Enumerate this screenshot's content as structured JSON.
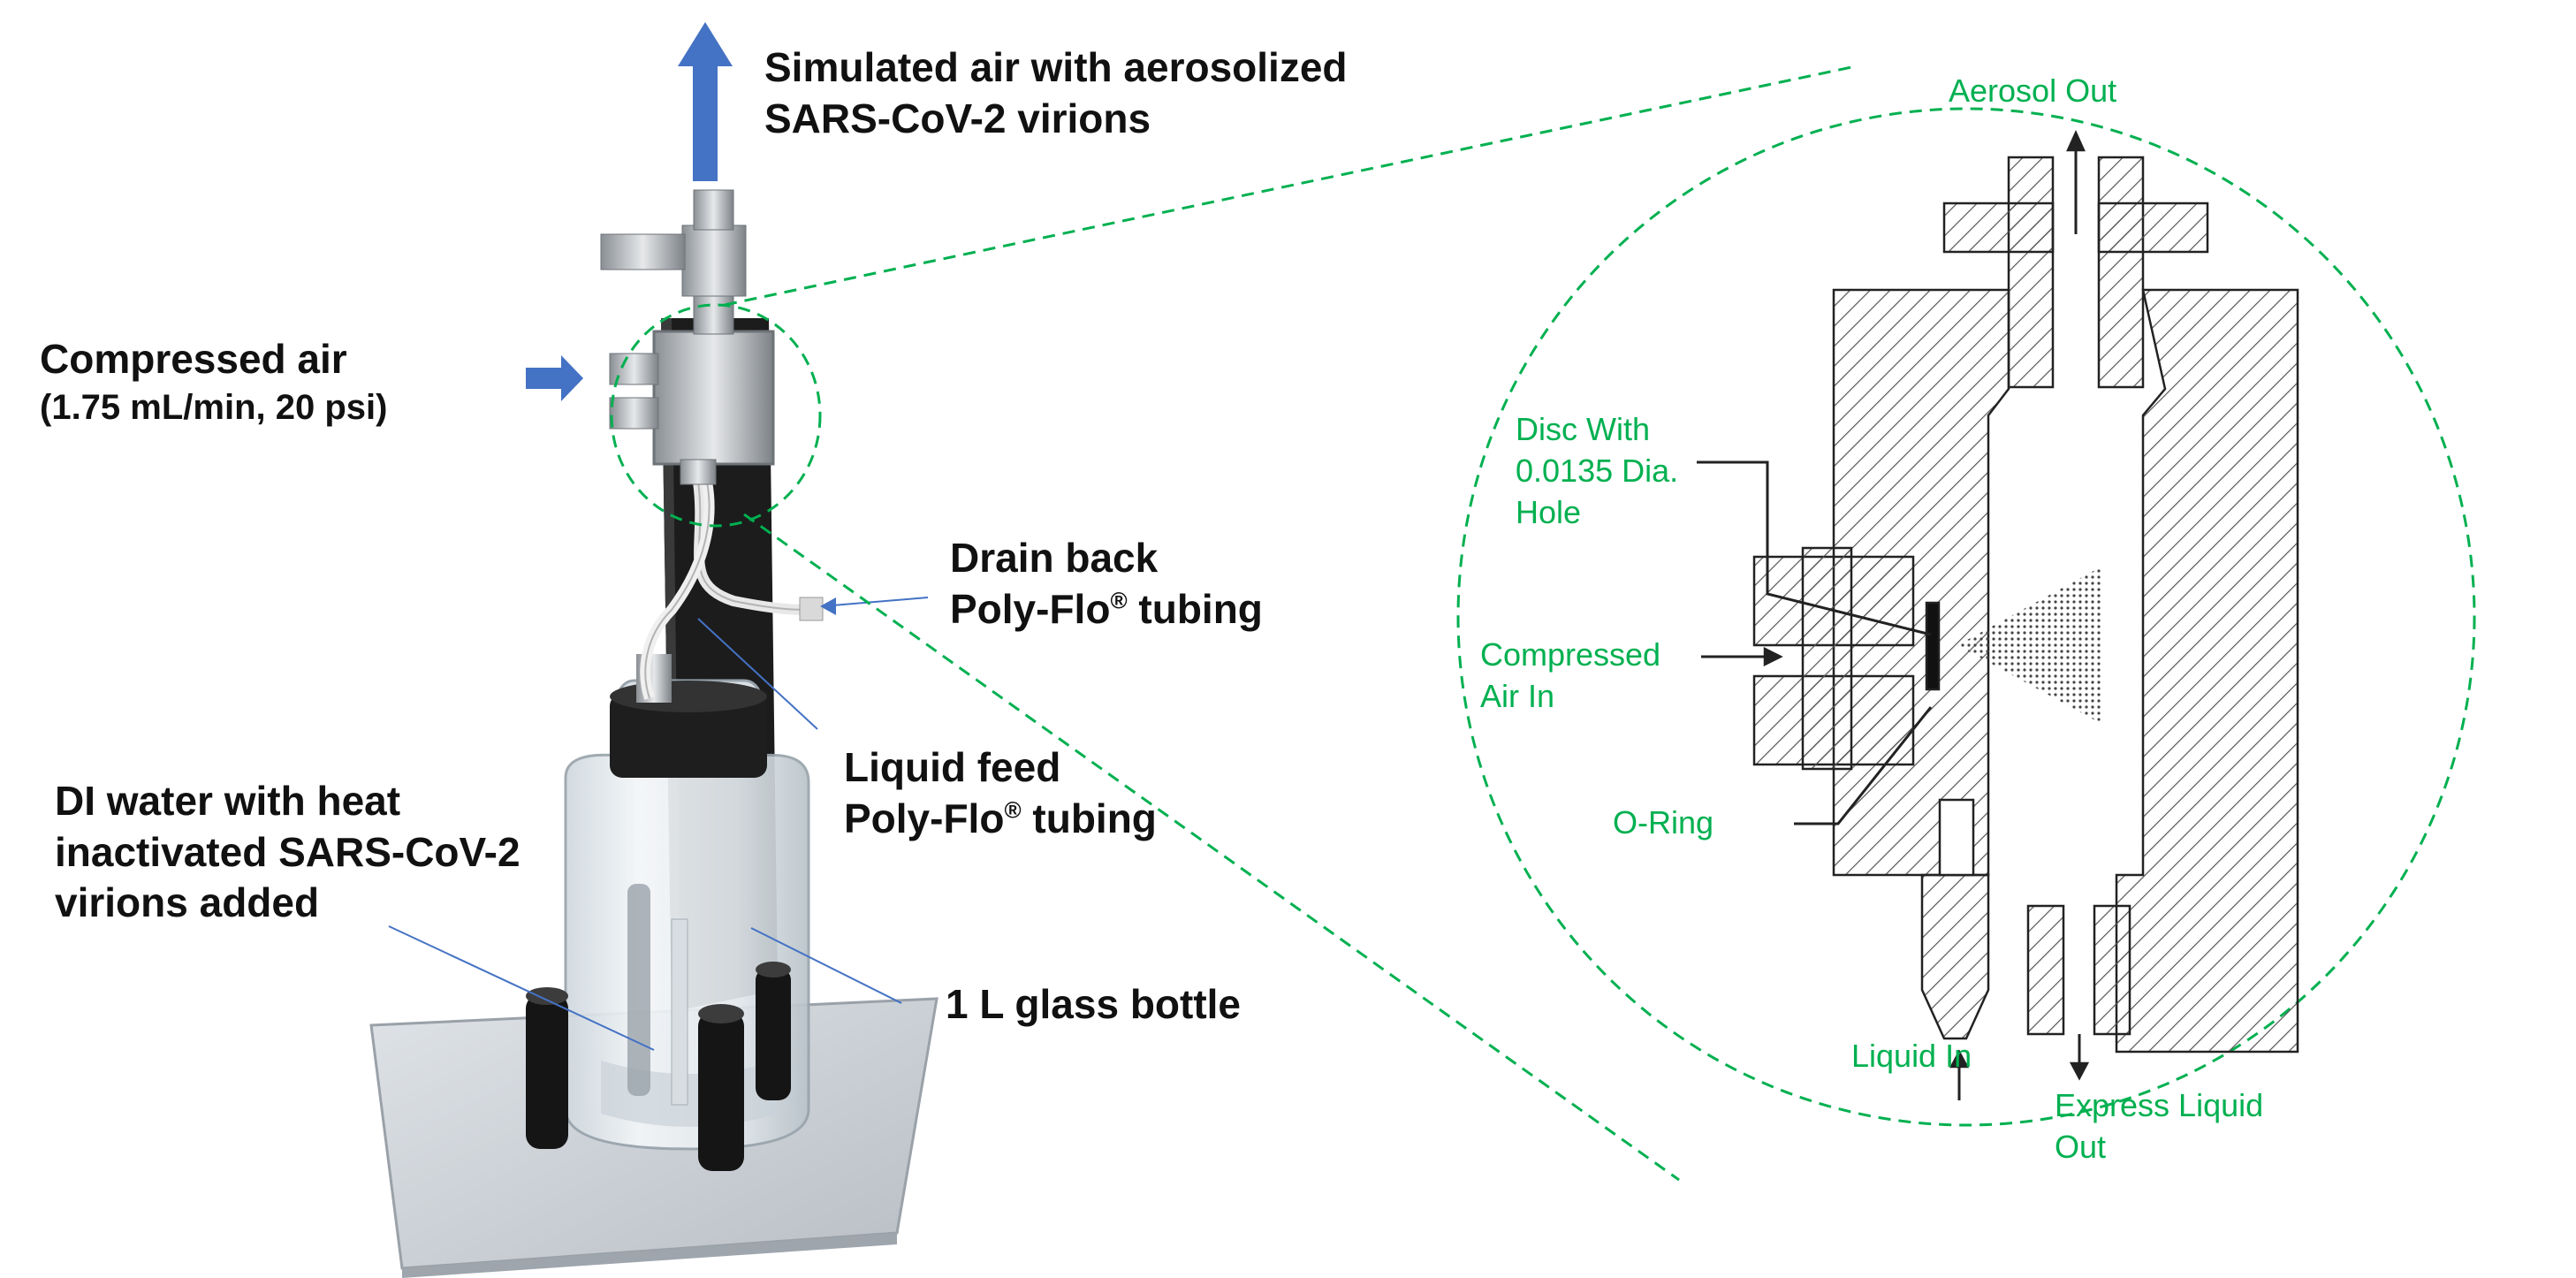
{
  "labels": {
    "simulated_air": [
      "Simulated air with aerosolized",
      "SARS-CoV-2 virions"
    ],
    "compressed_air": {
      "title": "Compressed air",
      "detail": "(1.75 mL/min, 20 psi)"
    },
    "drain_back": {
      "line1": "Drain back",
      "line2_prefix": "Poly-Flo",
      "reg": "®",
      "line2_suffix": " tubing"
    },
    "liquid_feed": {
      "line1": "Liquid feed",
      "line2_prefix": "Poly-Flo",
      "reg": "®",
      "line2_suffix": " tubing"
    },
    "di_water": [
      "DI water with heat",
      "inactivated SARS-CoV-2",
      "virions added"
    ],
    "bottle": "1 L glass bottle"
  },
  "inset_labels": {
    "aerosol_out": "Aerosol Out",
    "disc": [
      "Disc With",
      "0.0135 Dia.",
      "Hole"
    ],
    "compressed_air_in": [
      "Compressed",
      "Air In"
    ],
    "o_ring": "O-Ring",
    "liquid_in": "Liquid In",
    "express_liquid_out": [
      "Express Liquid",
      "Out"
    ]
  },
  "colors": {
    "flow_arrow": "#4472c4",
    "zoom_circle": "#00b050",
    "inset_text": "#00b050",
    "hatch": "#555555",
    "stand": "#1c1c1c",
    "base_plate": "#c9ced4"
  }
}
